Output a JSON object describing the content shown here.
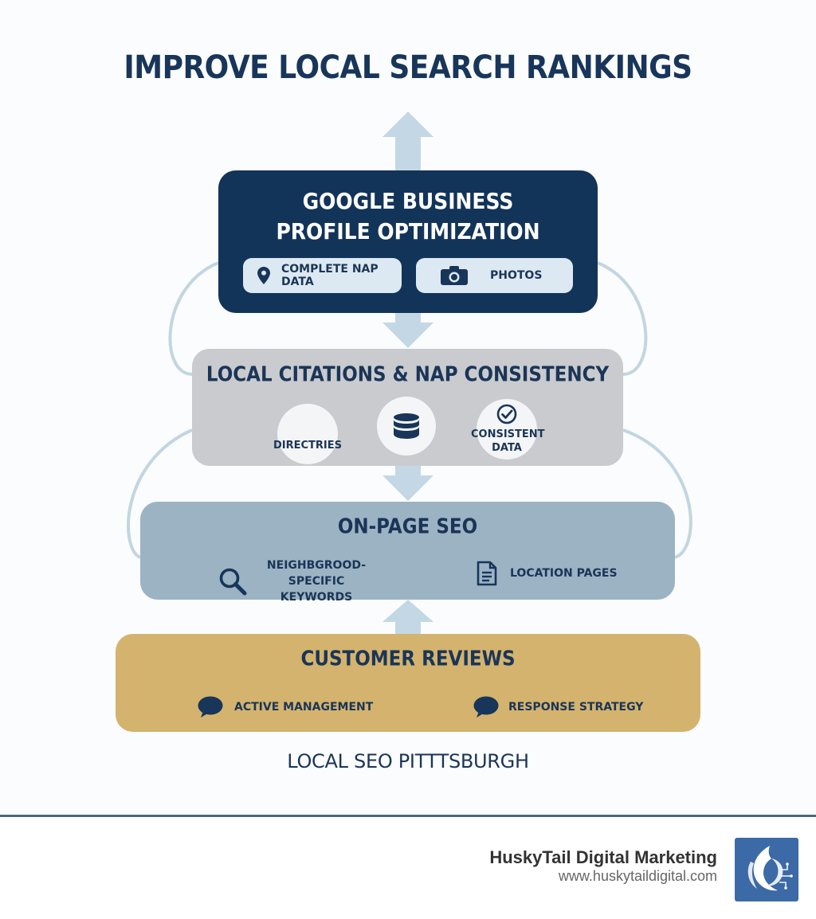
{
  "title": "IMPROVE LOCAL SEARCH RANKINGS",
  "tiers": [
    {
      "title": "GOOGLE BUSINESS PROFILE OPTIMIZATION",
      "items": [
        {
          "label": "COMPLETE NAP DATA",
          "icon": "map-pin-icon"
        },
        {
          "label": "PHOTOS",
          "icon": "camera-icon"
        }
      ],
      "color": "#133459"
    },
    {
      "title": "LOCAL CITATIONS & NAP CONSISTENCY",
      "items": [
        {
          "label": "DIRECTRIES",
          "icon": ""
        },
        {
          "label": "",
          "icon": "database-icon"
        },
        {
          "label": "CONSISTENT DATA",
          "icon": "check-circle-icon"
        }
      ],
      "color": "#c9cbce"
    },
    {
      "title": "ON-PAGE SEO",
      "items": [
        {
          "label": "NEIGHBGROOD-SPECIFIC KEYWORDS",
          "icon": "search-icon"
        },
        {
          "label": "LOCATION PAGES",
          "icon": "document-icon"
        }
      ],
      "color": "#9cb3c4"
    },
    {
      "title": "CUSTOMER REVIEWS",
      "items": [
        {
          "label": "ACTIVE MANAGEMENT",
          "icon": "speech-bubble-icon"
        },
        {
          "label": "RESPONSE STRATEGY",
          "icon": "speech-bubble-icon"
        }
      ],
      "color": "#d3b36e"
    }
  ],
  "subtitle": "LOCAL SEO PITTTSBURGH",
  "footer": {
    "brand_name": "HuskyTail Digital Marketing",
    "url": "www.huskytaildigital.com",
    "logo_icon": "huskytail-logo-icon"
  },
  "colors": {
    "navy": "#133459",
    "arrow": "#c3d8e4",
    "loop": "#c2d6e1",
    "divider": "#4d6583"
  }
}
